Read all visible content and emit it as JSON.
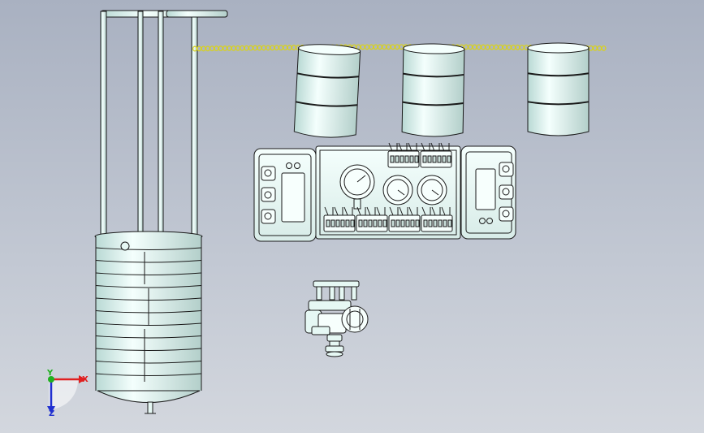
{
  "window": {
    "background_top": "#a9b1c1",
    "background_bottom": "#d3d7de"
  },
  "model": {
    "part_fill": "#e6f8f4",
    "part_stroke": "#1a1a1a",
    "chain_color": "#d9d21c",
    "components": [
      {
        "name": "tank",
        "icon": "cylindrical-tank-icon"
      },
      {
        "name": "drums",
        "icon": "drum-icon",
        "count": 3
      },
      {
        "name": "control-panel",
        "icon": "panel-icon",
        "gauges": 3
      },
      {
        "name": "pump-assembly",
        "icon": "pump-icon"
      }
    ]
  },
  "triad": {
    "x_label": "X",
    "y_label": "Y",
    "z_label": "Z",
    "x_color": "#e02020",
    "y_color": "#20b020",
    "z_color": "#2030d0"
  }
}
